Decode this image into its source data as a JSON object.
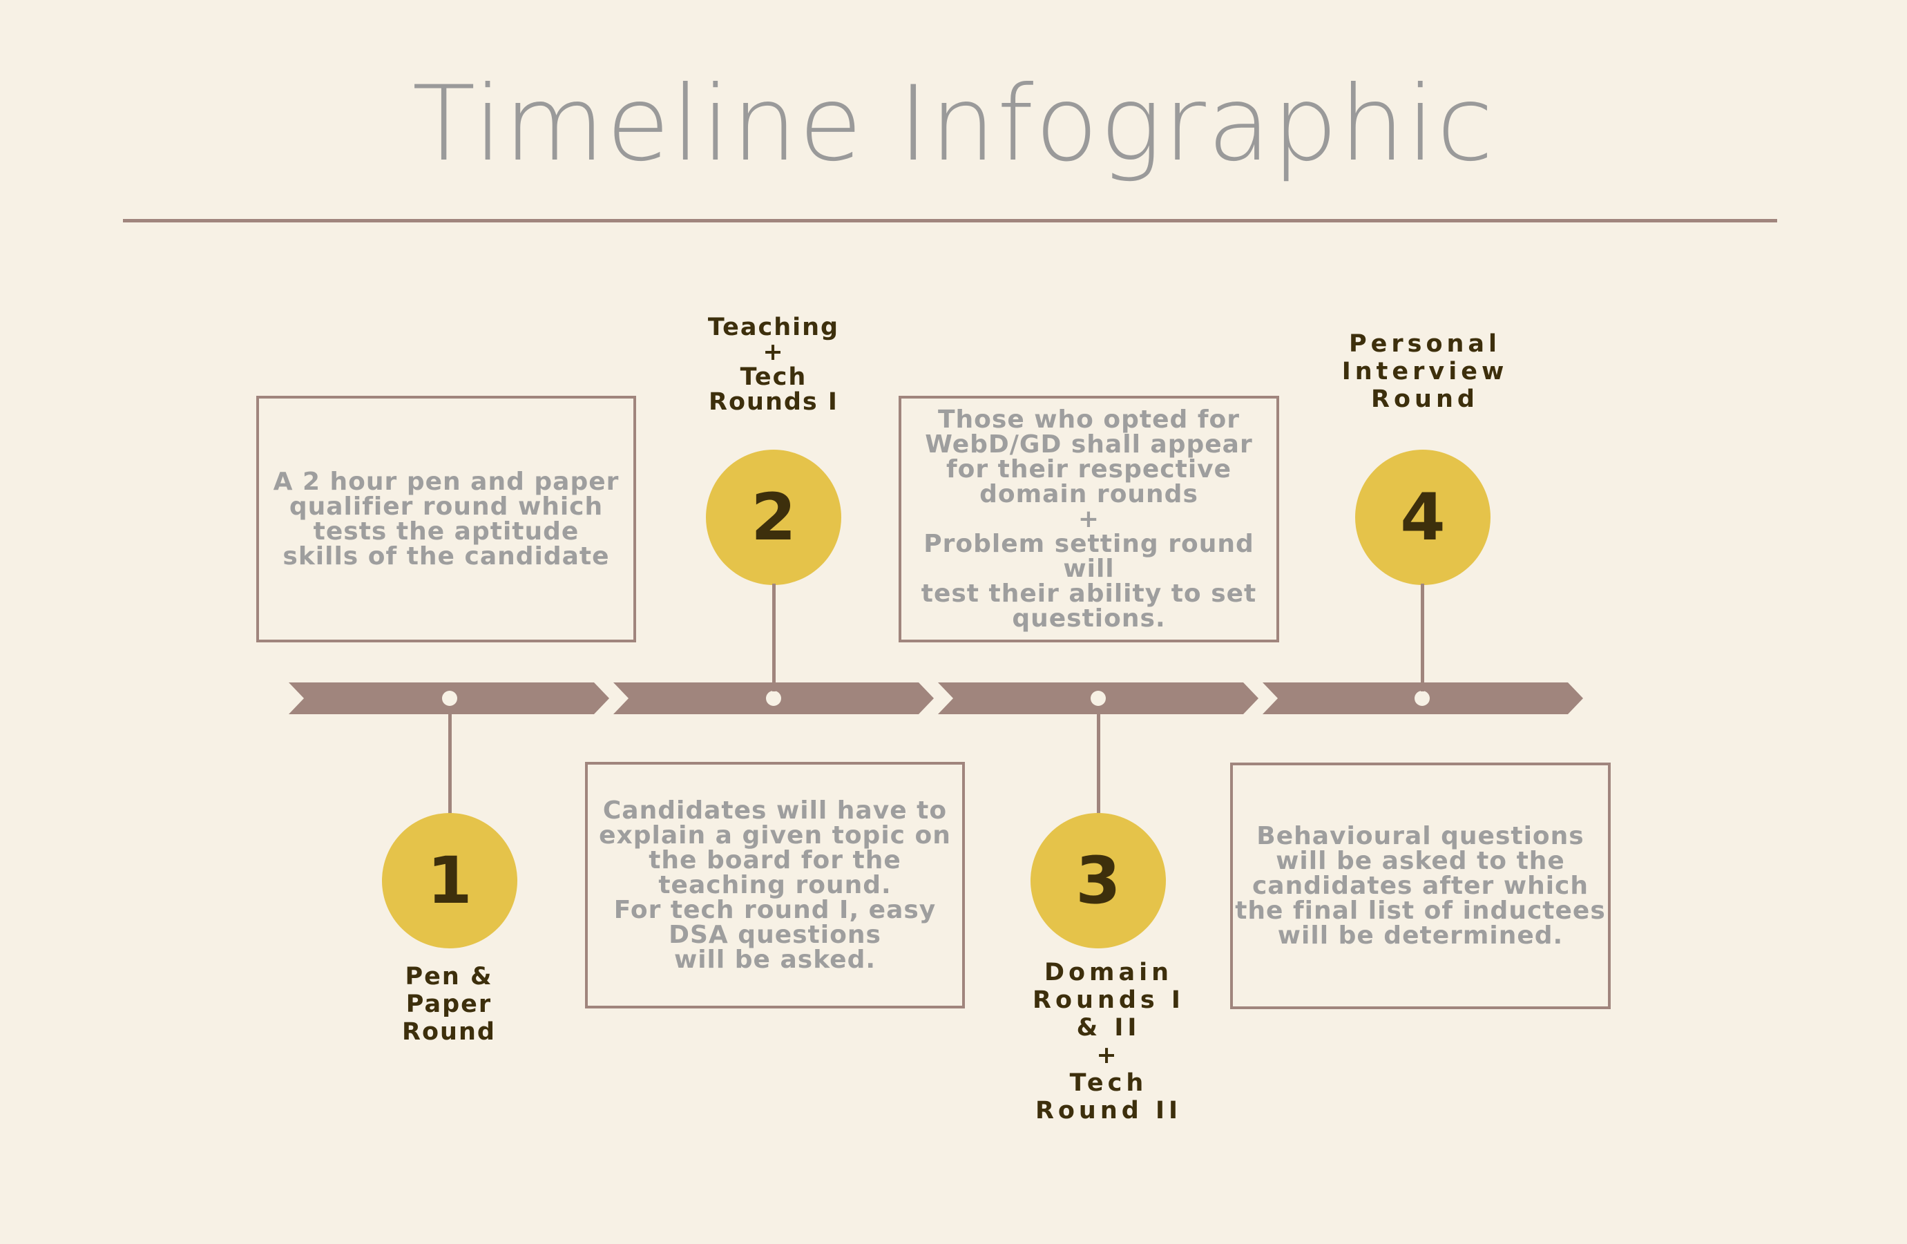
{
  "title": "Timeline Infographic",
  "colors": {
    "background": "#f7f1e5",
    "accent": "#e5c34a",
    "line": "#a0857d",
    "body_text": "#9e9e9e",
    "heading_text": "#3d2f0c"
  },
  "steps": [
    {
      "number": "1",
      "label": "Pen &\nPaper\nRound",
      "description": "A 2 hour pen and paper\nqualifier round which\ntests the aptitude\nskills of the candidate"
    },
    {
      "number": "2",
      "label": "Teaching\n+\nTech\nRounds I",
      "description": "Candidates will have to\nexplain a given topic on\nthe board for the\nteaching round.\nFor tech round I, easy\nDSA questions\nwill be asked."
    },
    {
      "number": "3",
      "label": "Domain\nRounds I\n& II\n+\nTech\nRound II",
      "description": "Those who opted for\nWebD/GD  shall appear\nfor their respective\ndomain rounds\n+\nProblem setting round will\ntest their ability to set\nquestions."
    },
    {
      "number": "4",
      "label": "Personal\nInterview\nRound",
      "description": "Behavioural questions\nwill be asked to the\ncandidates after which\nthe final list of inductees\nwill be determined."
    }
  ]
}
